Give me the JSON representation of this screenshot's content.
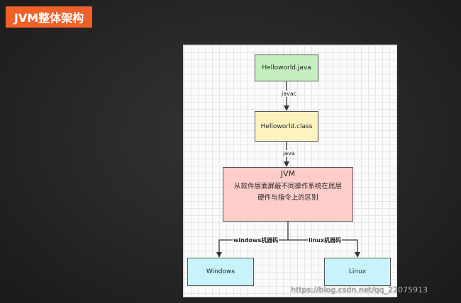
{
  "slide": {
    "title": "JVM整体架构"
  },
  "diagram": {
    "nodes": {
      "source": "Helloworld.java",
      "bytecode": "Helloworld.class",
      "jvm_title": "JVM",
      "jvm_desc_line1": "从软件层面屏蔽不同操作系统在底层",
      "jvm_desc_line2": "硬件与指令上的区别",
      "windows": "Windows",
      "linux": "Linux"
    },
    "edges": {
      "compile": "javac",
      "run": "java",
      "windows": "windows机器码",
      "linux": "linux机器码"
    }
  },
  "watermark": "https://blog.csdn.net/qq_22075913",
  "colors": {
    "badge": "#f0612a",
    "source_node": "#c6efc0",
    "bytecode_node": "#fdf3bf",
    "jvm_node": "#fdcdc9",
    "os_node": "#c9f3fb"
  }
}
